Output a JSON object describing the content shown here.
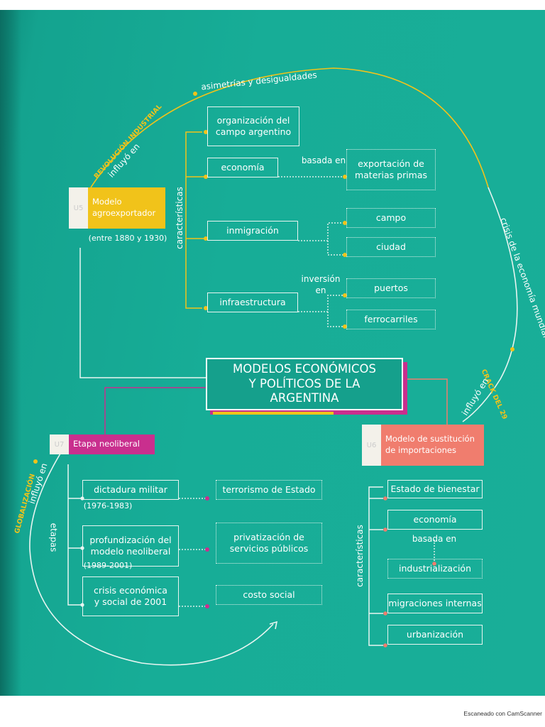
{
  "title": "MODELOS ECONÓMICOS Y POLÍTICOS DE LA ARGENTINA",
  "title_lines": [
    "MODELOS ECONÓMICOS",
    "Y POLÍTICOS DE LA",
    "ARGENTINA"
  ],
  "units": {
    "u5": {
      "tag": "U5",
      "name_lines": [
        "Modelo",
        "agroexportador"
      ],
      "dates": "(entre 1880 y 1930)"
    },
    "u6": {
      "tag": "U6",
      "name_lines": [
        "Modelo de sustitución",
        "de importaciones"
      ]
    },
    "u7": {
      "tag": "U7",
      "name": "Etapa neoliberal"
    }
  },
  "arcs": {
    "revolucion": "REVOLUCIÓN INDUSTRIAL",
    "influyo_top": "influyó en",
    "asimetrias": "asimetrías y desigualdades",
    "crisis": "crisis de la economía mundial",
    "crack": "CRACK DEL 29",
    "influyo_right": "influyó en",
    "globalizacion": "GLOBALIZACIÓN",
    "influyo_left": "influyó en"
  },
  "u5_branch": {
    "caracteristicas": "características",
    "organizacion_lines": [
      "organización del",
      "campo argentino"
    ],
    "economia": "economía",
    "basada_en": "basada en",
    "exportacion_lines": [
      "exportación de",
      "materias primas"
    ],
    "inmigracion": "inmigración",
    "campo": "campo",
    "ciudad": "ciudad",
    "infraestructura": "infraestructura",
    "inversion_lines": [
      "inversión",
      "en"
    ],
    "puertos": "puertos",
    "ferrocarriles": "ferrocarriles"
  },
  "u7_branch": {
    "etapas": "etapas",
    "dictadura": "dictadura militar",
    "dictadura_dates": "(1976-1983)",
    "terrorismo": "terrorismo de Estado",
    "profundizacion_lines": [
      "profundización del",
      "modelo neoliberal"
    ],
    "profundizacion_dates": "(1989-2001)",
    "privatizacion_lines": [
      "privatización de",
      "servicios públicos"
    ],
    "crisis_lines": [
      "crisis económica",
      "y social de 2001"
    ],
    "costo": "costo social"
  },
  "u6_branch": {
    "caracteristicas": "características",
    "bienestar": "Estado de bienestar",
    "economia": "economía",
    "basada_en": "basada en",
    "industrializacion": "industrialización",
    "migraciones": "migraciones internas",
    "urbanizacion": "urbanización"
  },
  "scanner": "Escaneado con CamScanner",
  "colors": {
    "background": "#17ad97",
    "yellow": "#f1c31a",
    "magenta": "#c92f8e",
    "salmon": "#f07d6e"
  }
}
